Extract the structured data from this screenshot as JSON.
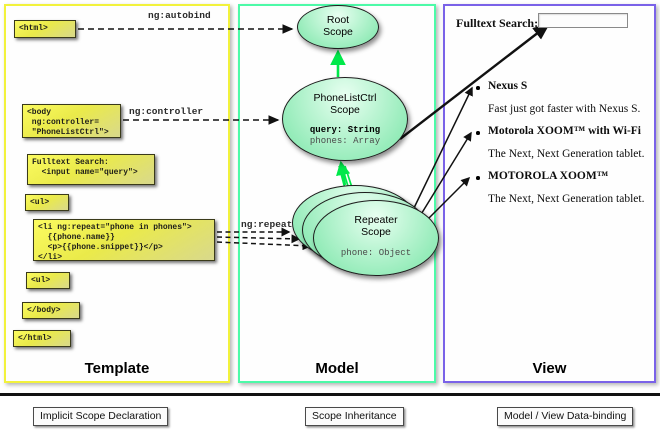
{
  "panels": {
    "template": {
      "title": "Template",
      "border_color": "#f2f23c"
    },
    "model": {
      "title": "Model",
      "border_color": "#4dfaa8"
    },
    "view": {
      "title": "View",
      "border_color": "#7a62e8"
    }
  },
  "template": {
    "boxes": {
      "html_open": "<html>",
      "body_open": "<body\n ng:controller=\n \"PhoneListCtrl\">",
      "fulltext": "Fulltext Search:\n  <input name=\"query\">",
      "ul_open": "<ul>",
      "li_block": "<li ng:repeat=\"phone in phones\">\n  {{phone.name}}\n  <p>{{phone.snippet}}</p>\n</li>",
      "ul_close": "<ul>",
      "body_close": "</body>",
      "html_close": "</html>"
    }
  },
  "connectors": {
    "autobind": "ng:autobind",
    "controller": "ng:controller",
    "repeat": "ng:repeat"
  },
  "model": {
    "scopes": [
      {
        "name_line1": "Root",
        "name_line2": "Scope",
        "props": []
      },
      {
        "name_line1": "PhoneListCtrl",
        "name_line2": "Scope",
        "props": [
          {
            "text": "query: String",
            "bold": true
          },
          {
            "text": "phones: Array",
            "bold": false
          }
        ]
      },
      {
        "name_line1": "Repeater",
        "name_line2": "Scope",
        "props": [
          {
            "text": "phone: Object",
            "bold": false
          }
        ]
      }
    ],
    "root_name": "Root",
    "root_name2": "Scope",
    "ctrl_name": "PhoneListCtrl",
    "ctrl_name2": "Scope",
    "ctrl_prop1": "query: String",
    "ctrl_prop2": "phones: Array",
    "rep_name": "Repeater",
    "rep_name2": "Scope",
    "rep_prop1": "phone: Object"
  },
  "view": {
    "search_label": "Fulltext Search:",
    "search_value": "",
    "search_placeholder": "",
    "items": [
      {
        "title": "Nexus S",
        "snippet": "Fast just got faster with Nexus S."
      },
      {
        "title": "Motorola XOOM™  with Wi-Fi",
        "snippet": "The Next, Next Generation tablet."
      },
      {
        "title": "MOTOROLA XOOM™",
        "snippet": "The Next, Next Generation tablet."
      }
    ]
  },
  "legend": {
    "items": [
      {
        "label": "Implicit Scope Declaration",
        "style": "dashed-arrow",
        "color": "#111111"
      },
      {
        "label": "Scope Inheritance",
        "style": "solid-arrow",
        "color": "#00e84a"
      },
      {
        "label": "Model / View Data-binding",
        "style": "double-arrow",
        "color": "#111111"
      }
    ]
  },
  "colors": {
    "code_box_fill": "#f2f24f",
    "scope_fill": "#7fe3a6",
    "inherit_green": "#00e84a",
    "template_border": "#f2f23c",
    "model_border": "#4dfaa8",
    "view_border": "#7a62e8"
  }
}
